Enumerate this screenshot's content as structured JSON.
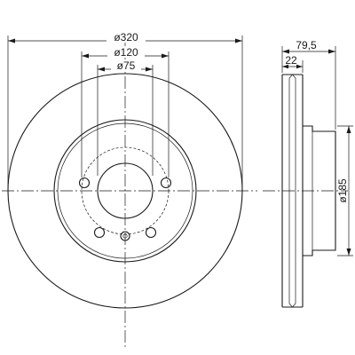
{
  "drawing": {
    "dimensions": {
      "outer_diameter": "ø320",
      "pcd_diameter": "ø120",
      "center_bore": "ø75",
      "hat_diameter": "ø185",
      "total_height": "79,5",
      "disc_thickness": "22"
    },
    "colors": {
      "line": "#1a1a1a",
      "background": "#ffffff"
    }
  }
}
